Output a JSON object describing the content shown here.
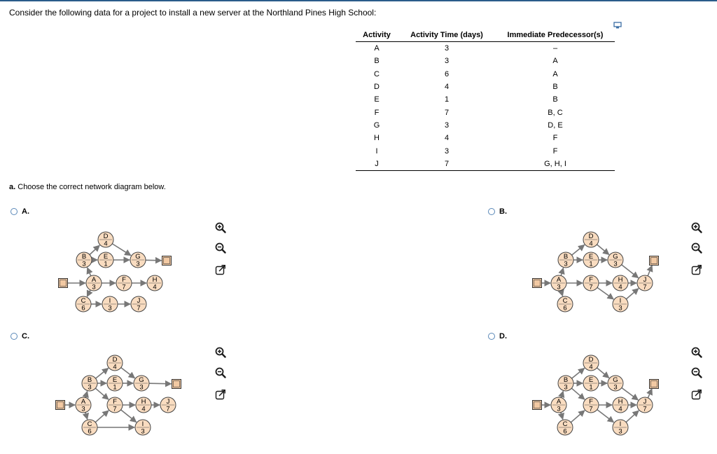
{
  "prompt": "Consider the following data for a project to install a new server at the Northland Pines High School:",
  "table": {
    "headers": [
      "Activity",
      "Activity Time (days)",
      "Immediate Predecessor(s)"
    ],
    "rows": [
      [
        "A",
        "3",
        "–"
      ],
      [
        "B",
        "3",
        "A"
      ],
      [
        "C",
        "6",
        "A"
      ],
      [
        "D",
        "4",
        "B"
      ],
      [
        "E",
        "1",
        "B"
      ],
      [
        "F",
        "7",
        "B, C"
      ],
      [
        "G",
        "3",
        "D, E"
      ],
      [
        "H",
        "4",
        "F"
      ],
      [
        "I",
        "3",
        "F"
      ],
      [
        "J",
        "7",
        "G, H, I"
      ]
    ]
  },
  "question": {
    "part": "a.",
    "text": "Choose the correct network diagram below."
  },
  "options": [
    {
      "label": "A.",
      "icons": [
        "zoom-in-icon",
        "zoom-out-icon",
        "open-external-icon"
      ]
    },
    {
      "label": "B.",
      "icons": [
        "zoom-in-icon",
        "zoom-out-icon",
        "open-external-icon"
      ]
    },
    {
      "label": "C.",
      "icons": [
        "zoom-in-icon",
        "zoom-out-icon",
        "open-external-icon"
      ]
    },
    {
      "label": "D.",
      "icons": [
        "zoom-in-icon",
        "zoom-out-icon",
        "open-external-icon"
      ]
    }
  ],
  "diagrams": {
    "start_label": "S",
    "finish_label": "F",
    "node_fill": "#f9dcc0",
    "box_fill": "#f2c9a3",
    "radio_color": "#5a88b8",
    "A": {
      "nodes": [
        {
          "id": "A",
          "time": "3"
        },
        {
          "id": "B",
          "time": "3"
        },
        {
          "id": "C",
          "time": "6"
        },
        {
          "id": "D",
          "time": "4"
        },
        {
          "id": "E",
          "time": "1"
        },
        {
          "id": "F",
          "time": "7"
        },
        {
          "id": "G",
          "time": "3"
        },
        {
          "id": "H",
          "time": "4"
        },
        {
          "id": "I",
          "time": "3"
        },
        {
          "id": "J",
          "time": "7"
        }
      ],
      "edges": [
        [
          "S",
          "A"
        ],
        [
          "A",
          "B"
        ],
        [
          "A",
          "C"
        ],
        [
          "B",
          "D"
        ],
        [
          "B",
          "E"
        ],
        [
          "A",
          "F"
        ],
        [
          "D",
          "G"
        ],
        [
          "E",
          "G"
        ],
        [
          "G",
          "FIN"
        ],
        [
          "F",
          "H"
        ],
        [
          "C",
          "I"
        ],
        [
          "I",
          "J"
        ]
      ]
    },
    "B": {
      "nodes": [
        {
          "id": "A",
          "time": "3"
        },
        {
          "id": "B",
          "time": "3"
        },
        {
          "id": "C",
          "time": "6"
        },
        {
          "id": "D",
          "time": "4"
        },
        {
          "id": "E",
          "time": "1"
        },
        {
          "id": "F",
          "time": "7"
        },
        {
          "id": "G",
          "time": "3"
        },
        {
          "id": "H",
          "time": "4"
        },
        {
          "id": "I",
          "time": "3"
        },
        {
          "id": "J",
          "time": "7"
        }
      ],
      "edges": [
        [
          "S",
          "A"
        ],
        [
          "A",
          "B"
        ],
        [
          "A",
          "C"
        ],
        [
          "B",
          "D"
        ],
        [
          "B",
          "E"
        ],
        [
          "A",
          "F"
        ],
        [
          "D",
          "G"
        ],
        [
          "E",
          "G"
        ],
        [
          "F",
          "H"
        ],
        [
          "F",
          "I"
        ],
        [
          "G",
          "J"
        ],
        [
          "H",
          "J"
        ],
        [
          "I",
          "J"
        ],
        [
          "J",
          "FIN"
        ]
      ]
    },
    "C": {
      "nodes": [
        {
          "id": "A",
          "time": "3"
        },
        {
          "id": "B",
          "time": "3"
        },
        {
          "id": "C",
          "time": "6"
        },
        {
          "id": "D",
          "time": "4"
        },
        {
          "id": "E",
          "time": "1"
        },
        {
          "id": "F",
          "time": "7"
        },
        {
          "id": "G",
          "time": "3"
        },
        {
          "id": "H",
          "time": "4"
        },
        {
          "id": "I",
          "time": "3"
        },
        {
          "id": "J",
          "time": "7"
        }
      ],
      "edges": [
        [
          "S",
          "A"
        ],
        [
          "A",
          "B"
        ],
        [
          "A",
          "C"
        ],
        [
          "B",
          "D"
        ],
        [
          "B",
          "E"
        ],
        [
          "D",
          "G"
        ],
        [
          "E",
          "G"
        ],
        [
          "G",
          "FIN"
        ],
        [
          "B",
          "F"
        ],
        [
          "C",
          "F"
        ],
        [
          "F",
          "H"
        ],
        [
          "F",
          "I"
        ],
        [
          "H",
          "J"
        ],
        [
          "C",
          "I"
        ]
      ]
    },
    "D": {
      "nodes": [
        {
          "id": "A",
          "time": "3"
        },
        {
          "id": "B",
          "time": "3"
        },
        {
          "id": "C",
          "time": "6"
        },
        {
          "id": "D",
          "time": "4"
        },
        {
          "id": "E",
          "time": "1"
        },
        {
          "id": "F",
          "time": "7"
        },
        {
          "id": "G",
          "time": "3"
        },
        {
          "id": "H",
          "time": "4"
        },
        {
          "id": "I",
          "time": "3"
        },
        {
          "id": "J",
          "time": "7"
        }
      ],
      "edges": [
        [
          "S",
          "A"
        ],
        [
          "A",
          "B"
        ],
        [
          "A",
          "C"
        ],
        [
          "B",
          "D"
        ],
        [
          "B",
          "E"
        ],
        [
          "B",
          "F"
        ],
        [
          "C",
          "F"
        ],
        [
          "D",
          "G"
        ],
        [
          "E",
          "G"
        ],
        [
          "F",
          "H"
        ],
        [
          "F",
          "I"
        ],
        [
          "G",
          "J"
        ],
        [
          "H",
          "J"
        ],
        [
          "I",
          "J"
        ],
        [
          "J",
          "FIN"
        ]
      ]
    }
  }
}
